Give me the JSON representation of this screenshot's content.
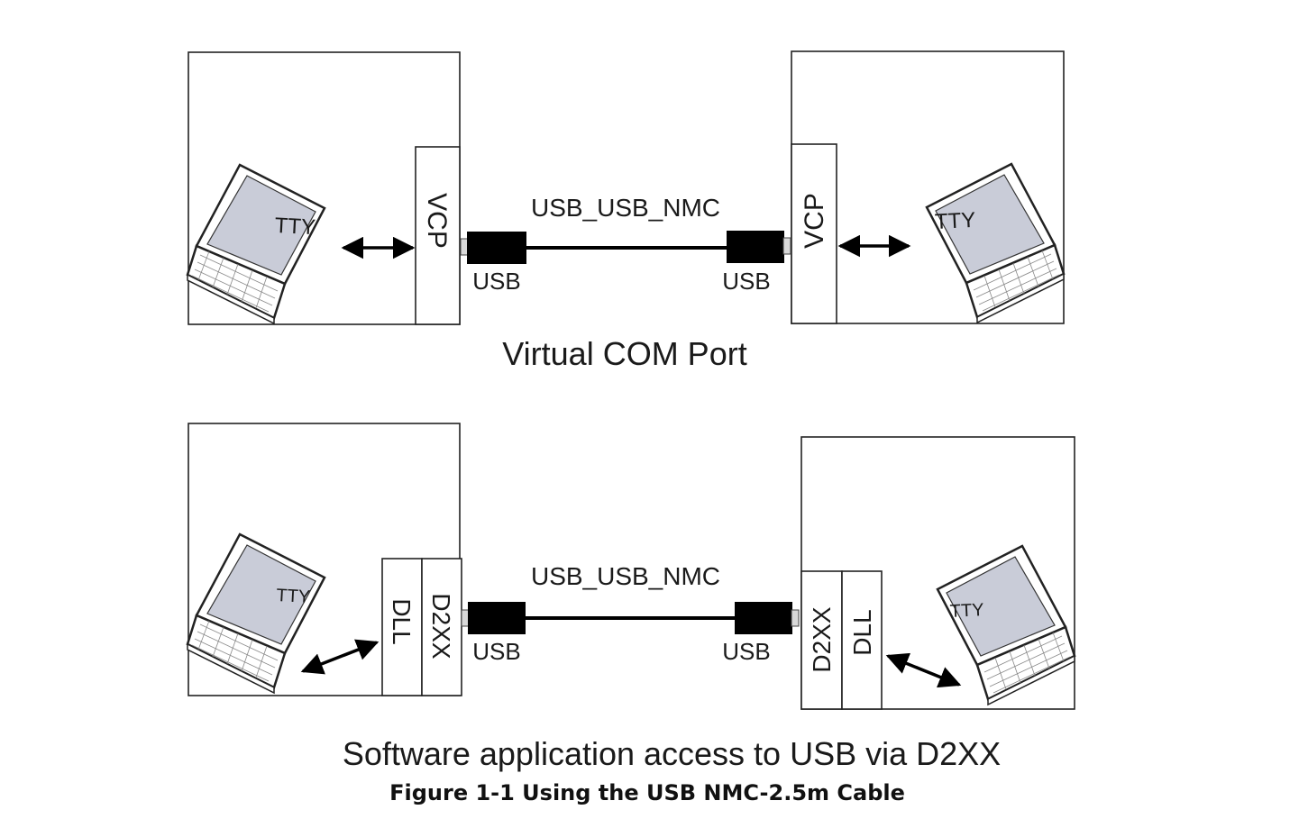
{
  "top_diagram": {
    "cable_label": "USB_USB_NMC",
    "left_port_label": "VCP",
    "right_port_label": "VCP",
    "left_screen_label": "TTY",
    "right_screen_label": "TTY",
    "left_usb_label": "USB",
    "right_usb_label": "USB",
    "title": "Virtual COM Port"
  },
  "bottom_diagram": {
    "cable_label": "USB_USB_NMC",
    "left_outer_label": "DLL",
    "left_inner_label": "D2XX",
    "right_inner_label": "D2XX",
    "right_outer_label": "DLL",
    "left_screen_label": "TTY",
    "right_screen_label": "TTY",
    "left_usb_label": "USB",
    "right_usb_label": "USB",
    "title": "Software application access to USB via D2XX"
  },
  "figure_caption": "Figure 1-1 Using the USB NMC-2.5m Cable"
}
